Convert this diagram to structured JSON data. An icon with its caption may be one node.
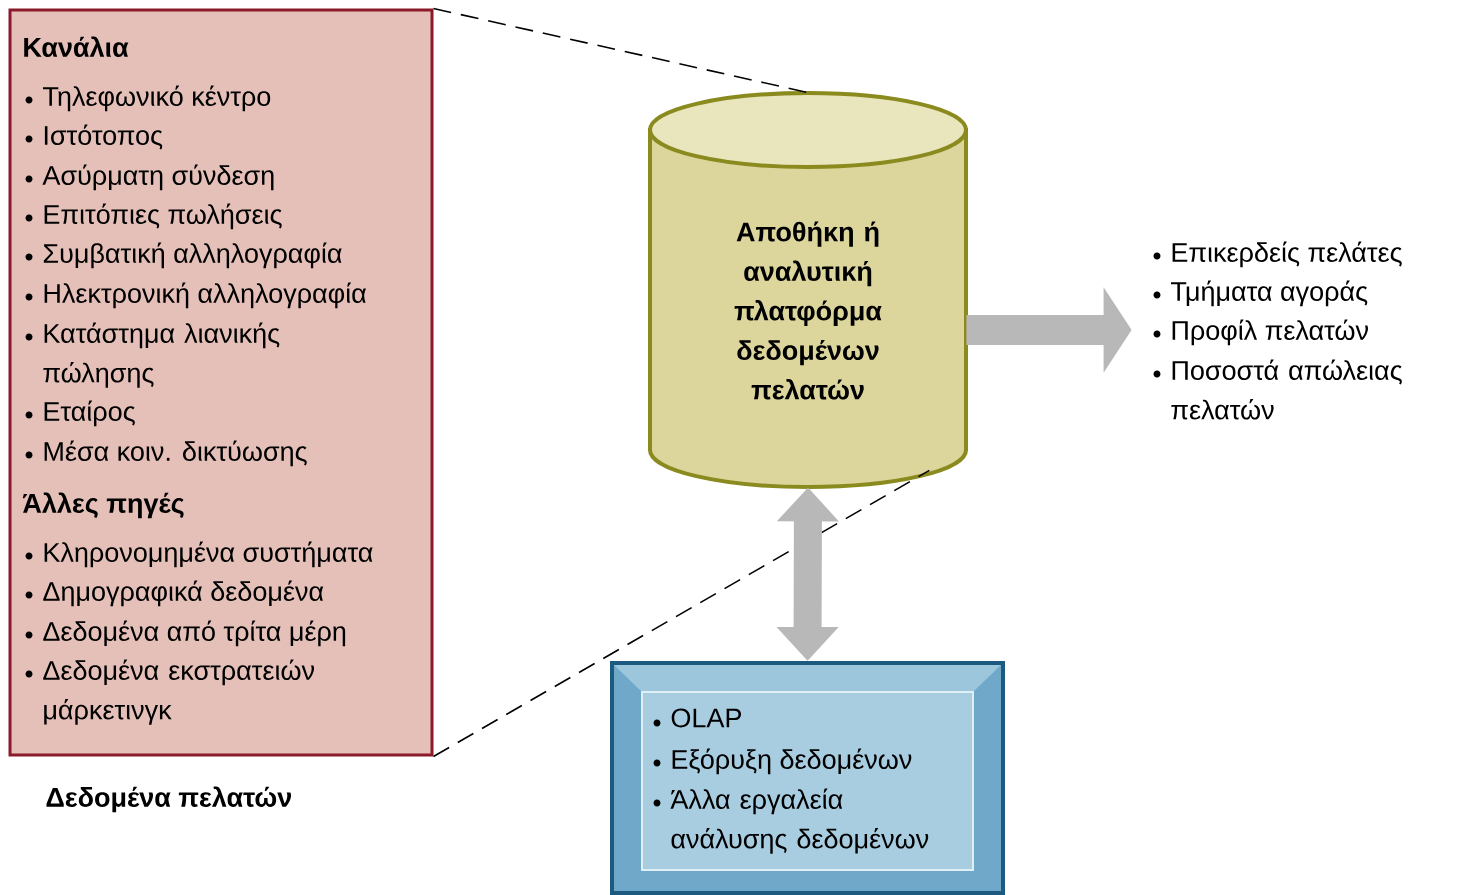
{
  "diagram": {
    "nodes": [
      {
        "text": [
          "Κανάλια",
          "Τηλεφωνικό κέντρο",
          "Ιστότοπος",
          "Ασύρματη σύνδεση",
          "Επιτόπιες πωλήσεις",
          "Συμβατική αλληλογραφία",
          "Ηλεκτρονική αλληλογραφία",
          "Κατάστημα λιανικής πώλησης",
          "Εταίρος",
          "Μέσα κοιν. δικτύωσης",
          "Άλλες πηγές",
          "Κληρονομημένα συστήματα",
          "Δημογραφικά δεδομένα",
          "Δεδομένα από τρίτα μέρη",
          "Δεδομένα εκστρατειών μάρκετινγκ"
        ],
        "beside": [
          "Δεδομένα πελατών"
        ]
      },
      {
        "text": [
          "Αποθήκη ή αναλυτική πλατφόρμα δεδομένων πελατών"
        ]
      },
      {
        "text": [
          "Επικερδείς πελάτες",
          "Τμήματα αγοράς",
          "Προφίλ πελατών",
          "Ποσοστά απώλειας πελατών"
        ]
      },
      {
        "text": [
          "OLAP",
          "Εξόρυξη δεδομένων",
          "Άλλα εργαλεία ανάλυσης δεδομένων"
        ]
      }
    ],
    "edges": [
      {
        "from": 0,
        "to": 1,
        "arrow": "none",
        "style": "dashed"
      },
      {
        "from": 0,
        "to": 1,
        "arrow": "none",
        "style": "dashed"
      },
      {
        "from": 1,
        "to": 2,
        "arrow": "to",
        "style": "thick",
        "color": "#b8b8b8"
      },
      {
        "from": 1,
        "to": 3,
        "arrow": "both",
        "style": "thick",
        "color": "#b8b8b8"
      }
    ]
  }
}
